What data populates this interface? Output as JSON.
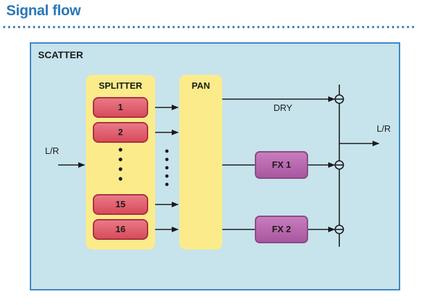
{
  "header": {
    "title": "Signal flow"
  },
  "diagram": {
    "panel_label": "SCATTER",
    "splitter_label": "SPLITTER",
    "pan_label": "PAN",
    "channels": [
      "1",
      "2",
      "15",
      "16"
    ],
    "input_label": "L/R",
    "output_label": "L/R",
    "dry_label": "DRY",
    "fx1_label": "FX 1",
    "fx2_label": "FX 2"
  },
  "colors": {
    "title": "#2B78B5",
    "panel_bg": "#C7E3EC",
    "panel_border": "#3A86C4",
    "block_yellow": "#FBEB8A",
    "channel_red": "#D84B5C",
    "fx_purple": "#A957A0"
  }
}
